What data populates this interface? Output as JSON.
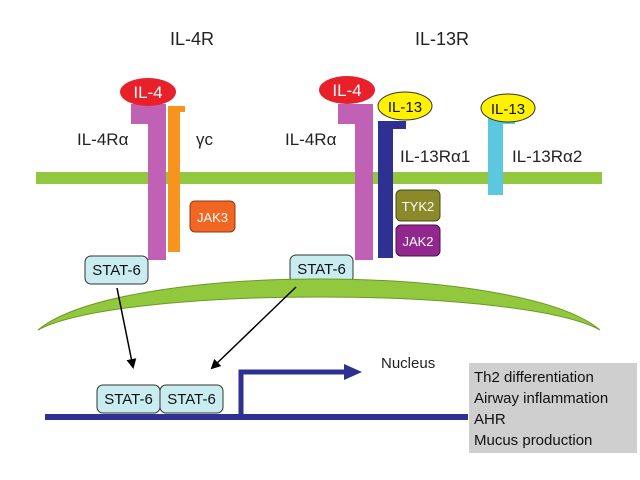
{
  "receptors": {
    "il4r_title": "IL-4R",
    "il13r_title": "IL-13R",
    "il4ralpha_left": "IL-4Rα",
    "gamma_c": "γc",
    "il4ralpha_right": "IL-4Rα",
    "il13ralpha1": "IL-13Rα1",
    "il13ralpha2": "IL-13Rα2"
  },
  "ligands": {
    "il4_left": "IL-4",
    "il4_right": "IL-4",
    "il13_middle": "IL-13",
    "il13_right": "IL-13"
  },
  "kinases": {
    "jak3": "JAK3",
    "tyk2": "TYK2",
    "jak2": "JAK2"
  },
  "stat": {
    "left": "STAT-6",
    "right": "STAT-6",
    "dimer_a": "STAT-6",
    "dimer_b": "STAT-6"
  },
  "nucleus_label": "Nucleus",
  "outcomes": [
    "Th2 differentiation",
    "Airway inflammation",
    "AHR",
    "Mucus production"
  ],
  "colors": {
    "membrane": "#92c83e",
    "il4_ellipse": "#e8202a",
    "il13_ellipse": "#fff200",
    "il4ralpha": "#c061b5",
    "gamma_c": "#f7941d",
    "il13ralpha1": "#2e3192",
    "il13ralpha2": "#5bc8e0",
    "jak3": "#f26522",
    "tyk2": "#8a8a2b",
    "jak2": "#92278f",
    "stat_fill": "#c9ecf0",
    "dna": "#2e3192",
    "outcome_box": "#cfcfcf"
  }
}
